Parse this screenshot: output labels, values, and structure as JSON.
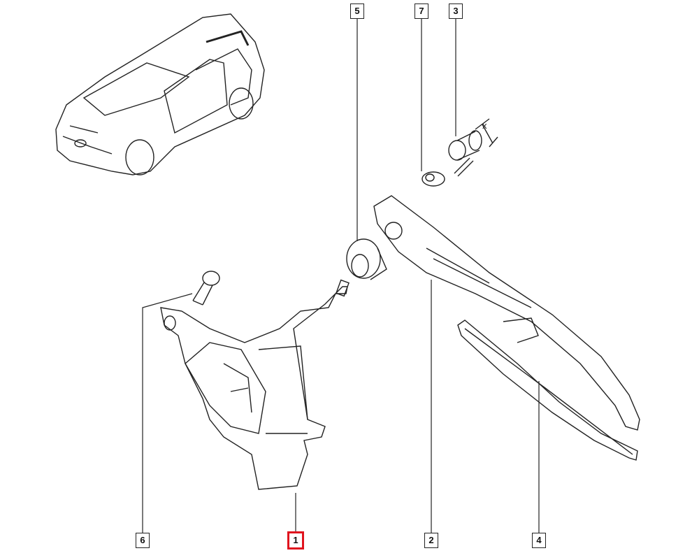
{
  "diagram": {
    "callouts": [
      {
        "id": "1",
        "part": "wiper-motor",
        "selected": true
      },
      {
        "id": "2",
        "part": "wiper-arm",
        "selected": false
      },
      {
        "id": "3",
        "part": "arm-nut-cap",
        "selected": false
      },
      {
        "id": "4",
        "part": "wiper-blade",
        "selected": false
      },
      {
        "id": "5",
        "part": "grommet-seal",
        "selected": false
      },
      {
        "id": "6",
        "part": "bolt",
        "selected": false
      },
      {
        "id": "7",
        "part": "washer",
        "selected": false
      }
    ],
    "dimension_mark": "x",
    "highlight_color": "#e0141e"
  }
}
